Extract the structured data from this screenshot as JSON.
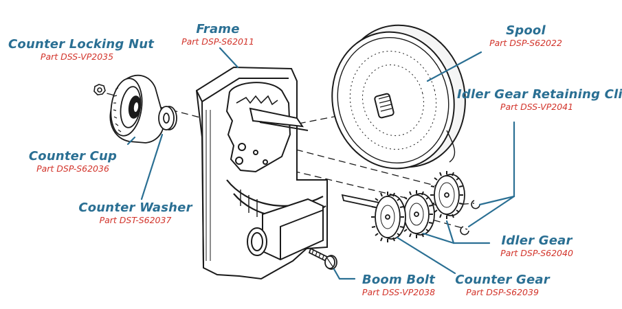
{
  "colors": {
    "label_name": "#2a6f93",
    "label_part": "#d2332a",
    "leader": "#2a6f93",
    "line_art": "#1a1a1a"
  },
  "labels": {
    "counter_locking_nut": {
      "name": "Counter Locking Nut",
      "part": "Part DSS-VP2035"
    },
    "frame": {
      "name": "Frame",
      "part": "Part DSP-S62011"
    },
    "spool": {
      "name": "Spool",
      "part": "Part DSP-S62022"
    },
    "idler_gear_retaining_clip": {
      "name": "Idler Gear Retaining Clip",
      "part": "Part DSS-VP2041"
    },
    "counter_cup": {
      "name": "Counter Cup",
      "part": "Part DSP-S62036"
    },
    "counter_washer": {
      "name": "Counter Washer",
      "part": "Part DST-S62037"
    },
    "idler_gear": {
      "name": "Idler Gear",
      "part": "Part DSP-S62040"
    },
    "boom_bolt": {
      "name": "Boom Bolt",
      "part": "Part DSS-VP2038"
    },
    "counter_gear": {
      "name": "Counter Gear",
      "part": "Part DSP-S62039"
    }
  }
}
